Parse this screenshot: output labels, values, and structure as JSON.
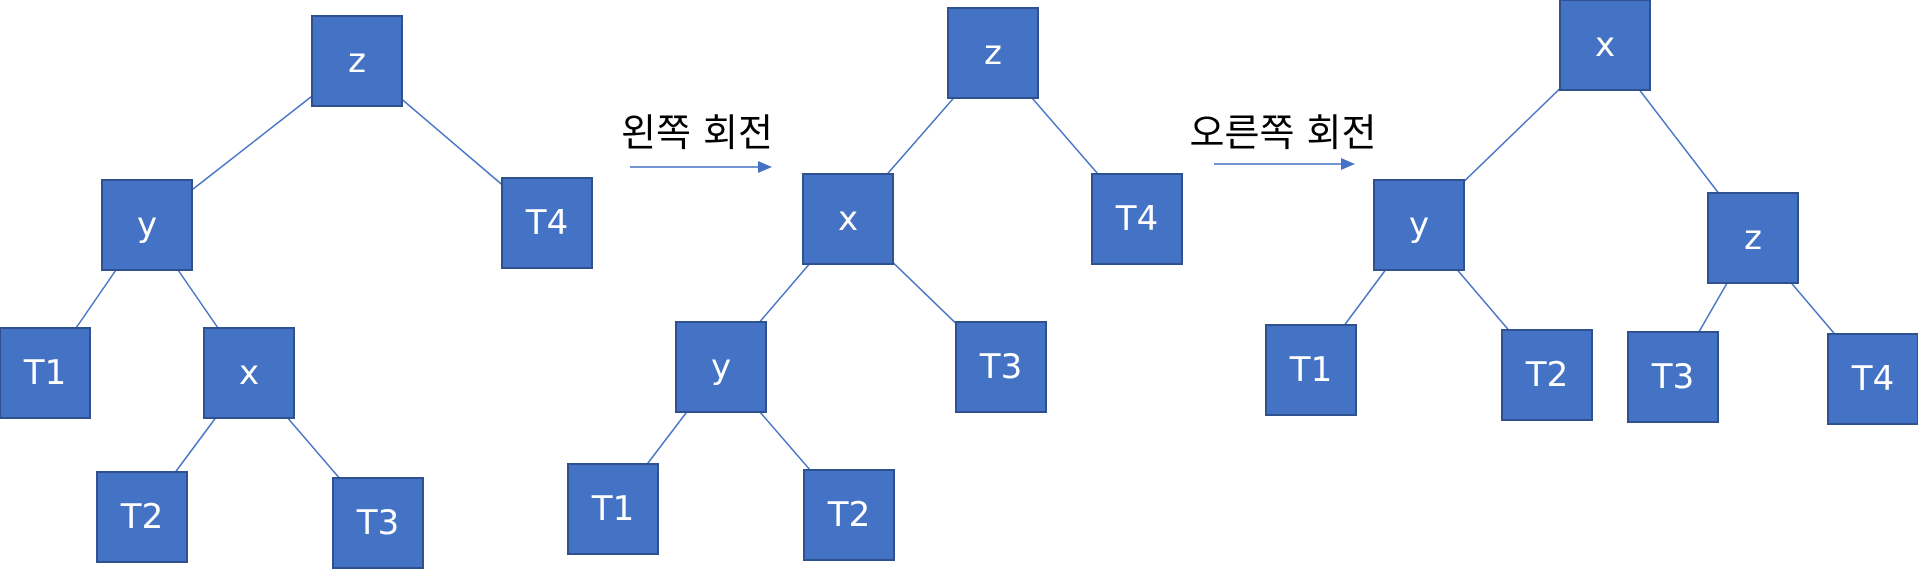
{
  "colors": {
    "node_fill": "#4472C4",
    "node_border": "#2F528F",
    "edge": "#4472C4",
    "node_text": "#FFFFFF"
  },
  "operations": [
    {
      "label": "왼쪽 회전"
    },
    {
      "label": "오른쪽 회전"
    }
  ],
  "trees": [
    {
      "nodes": [
        {
          "id": "z",
          "label": "z"
        },
        {
          "id": "y",
          "label": "y"
        },
        {
          "id": "T4",
          "label": "T4"
        },
        {
          "id": "T1",
          "label": "T1"
        },
        {
          "id": "x",
          "label": "x"
        },
        {
          "id": "T2",
          "label": "T2"
        },
        {
          "id": "T3",
          "label": "T3"
        }
      ],
      "edges": [
        [
          "z",
          "y"
        ],
        [
          "z",
          "T4"
        ],
        [
          "y",
          "T1"
        ],
        [
          "y",
          "x"
        ],
        [
          "x",
          "T2"
        ],
        [
          "x",
          "T3"
        ]
      ]
    },
    {
      "nodes": [
        {
          "id": "z",
          "label": "z"
        },
        {
          "id": "x",
          "label": "x"
        },
        {
          "id": "T4",
          "label": "T4"
        },
        {
          "id": "y",
          "label": "y"
        },
        {
          "id": "T3",
          "label": "T3"
        },
        {
          "id": "T1",
          "label": "T1"
        },
        {
          "id": "T2",
          "label": "T2"
        }
      ],
      "edges": [
        [
          "z",
          "x"
        ],
        [
          "z",
          "T4"
        ],
        [
          "x",
          "y"
        ],
        [
          "x",
          "T3"
        ],
        [
          "y",
          "T1"
        ],
        [
          "y",
          "T2"
        ]
      ]
    },
    {
      "nodes": [
        {
          "id": "x",
          "label": "x"
        },
        {
          "id": "y",
          "label": "y"
        },
        {
          "id": "z",
          "label": "z"
        },
        {
          "id": "T1",
          "label": "T1"
        },
        {
          "id": "T2",
          "label": "T2"
        },
        {
          "id": "T3",
          "label": "T3"
        },
        {
          "id": "T4",
          "label": "T4"
        }
      ],
      "edges": [
        [
          "x",
          "y"
        ],
        [
          "x",
          "z"
        ],
        [
          "y",
          "T1"
        ],
        [
          "y",
          "T2"
        ],
        [
          "z",
          "T3"
        ],
        [
          "z",
          "T4"
        ]
      ]
    }
  ]
}
